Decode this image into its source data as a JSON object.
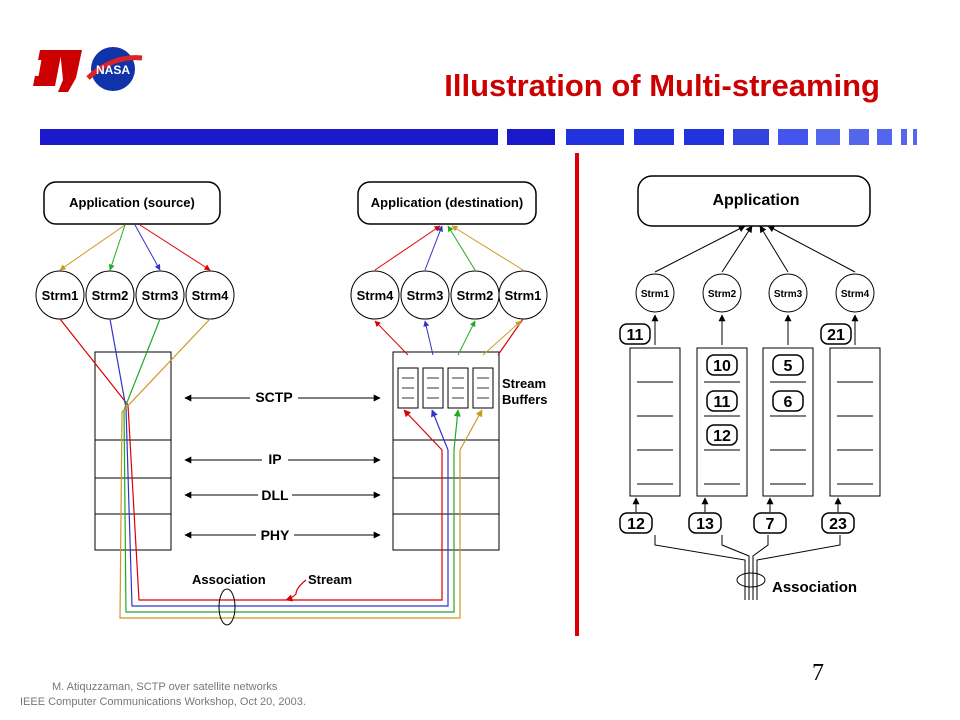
{
  "slide": {
    "title": "Illustration of Multi-streaming",
    "page_number": "7",
    "footer_line1": "M. Atiquzzaman, SCTP over satellite networks",
    "footer_line2": "IEEE Computer Communications Workshop, Oct 20, 2003.",
    "logos": [
      {
        "name": "ou-logo",
        "text": "OU"
      },
      {
        "name": "nasa-logo",
        "text": "NASA"
      }
    ]
  },
  "colors": {
    "title": "#cc0000",
    "divider": "#dd0000",
    "bar_dark": "#1a1acc",
    "bar_mid": "#3344dd",
    "bar_light": "#5566ee",
    "strm1": "#dd0000",
    "strm2": "#3333cc",
    "strm3": "#22aa22",
    "strm4": "#cc9922"
  },
  "left_diagram": {
    "source_app": "Application (source)",
    "dest_app": "Application (destination)",
    "source_streams": [
      "Strm1",
      "Strm2",
      "Strm3",
      "Strm4"
    ],
    "dest_streams": [
      "Strm4",
      "Strm3",
      "Strm2",
      "Strm1"
    ],
    "layers": [
      "SCTP",
      "IP",
      "DLL",
      "PHY"
    ],
    "stream_buffers_label": [
      "Stream",
      "Buffers"
    ],
    "association_label": "Association",
    "stream_label": "Stream"
  },
  "right_diagram": {
    "app": "Application",
    "streams": [
      "Strm1",
      "Strm2",
      "Strm3",
      "Strm4"
    ],
    "top_tags": [
      "11",
      "",
      "",
      "21"
    ],
    "buffer_contents": [
      [],
      [
        "10",
        "11",
        "12"
      ],
      [
        "5",
        "6"
      ],
      []
    ],
    "incoming": [
      "12",
      "13",
      "7",
      "23"
    ],
    "association_label": "Association"
  }
}
